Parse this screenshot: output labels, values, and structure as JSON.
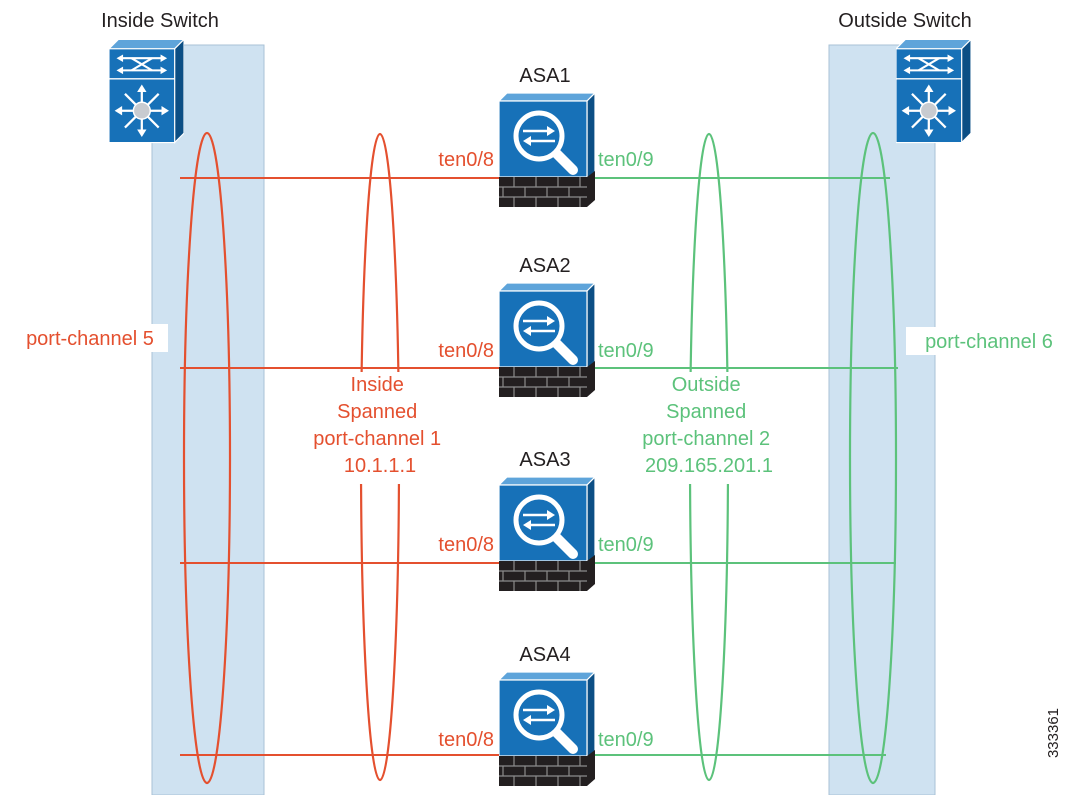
{
  "inside_switch": {
    "label": "Inside Switch"
  },
  "outside_switch": {
    "label": "Outside Switch"
  },
  "firewalls": [
    {
      "name": "ASA1",
      "inside_port": "ten0/8",
      "outside_port": "ten0/9"
    },
    {
      "name": "ASA2",
      "inside_port": "ten0/8",
      "outside_port": "ten0/9"
    },
    {
      "name": "ASA3",
      "inside_port": "ten0/8",
      "outside_port": "ten0/9"
    },
    {
      "name": "ASA4",
      "inside_port": "ten0/8",
      "outside_port": "ten0/9"
    }
  ],
  "inside_port_channel": {
    "label": "port-channel 5"
  },
  "outside_port_channel": {
    "label": "port-channel 6"
  },
  "inside_spanned": {
    "lines": [
      "Inside",
      "Spanned",
      "port-channel 1",
      "10.1.1.1"
    ]
  },
  "outside_spanned": {
    "lines": [
      "Outside",
      "Spanned",
      "port-channel 2",
      "209.165.201.1"
    ]
  },
  "figure_id": "333361",
  "colors": {
    "inside": "#e4502f",
    "outside": "#5cc27b",
    "switch_panel": "#cfe2f1",
    "device_blue": "#1771b8",
    "device_base": "#231f20"
  },
  "icons": {
    "switch": "switch-icon",
    "firewall": "asa-firewall-icon"
  }
}
